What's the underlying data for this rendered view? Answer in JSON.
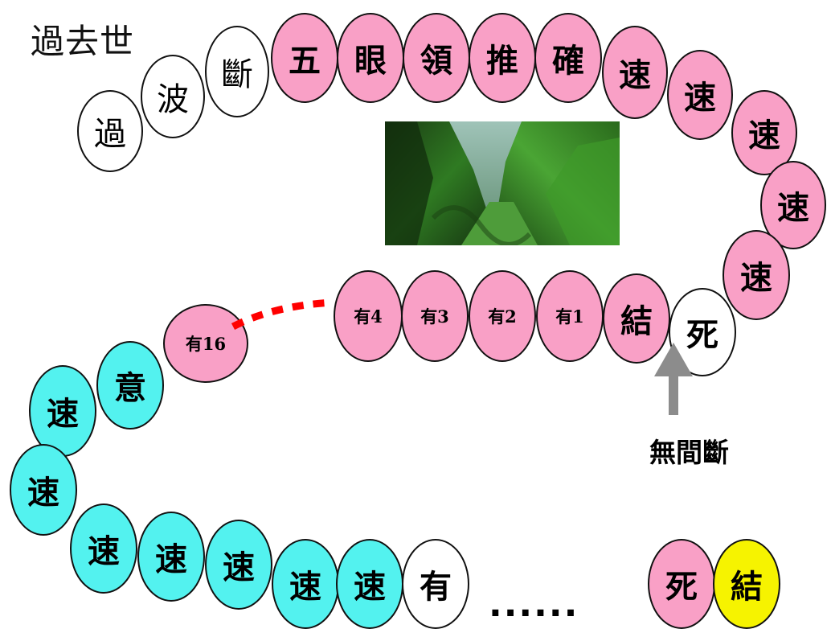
{
  "title": "過去世",
  "arrow_label": "無間斷",
  "ellipsis": "......",
  "colors": {
    "pink": "#f9a0c6",
    "cyan": "#53f2ef",
    "yellow": "#f6f300",
    "white": "#ffffff",
    "red_dots": "#ff0000",
    "arrow": "#8c8c8c"
  },
  "image": {
    "subject": "green mountain valley photograph"
  },
  "top_row": [
    {
      "label": "過",
      "color": "white"
    },
    {
      "label": "波",
      "color": "white"
    },
    {
      "label": "斷",
      "color": "white"
    },
    {
      "label": "五",
      "color": "pink"
    },
    {
      "label": "眼",
      "color": "pink"
    },
    {
      "label": "領",
      "color": "pink"
    },
    {
      "label": "推",
      "color": "pink"
    },
    {
      "label": "確",
      "color": "pink"
    },
    {
      "label": "速",
      "color": "pink"
    },
    {
      "label": "速",
      "color": "pink"
    },
    {
      "label": "速",
      "color": "pink"
    },
    {
      "label": "速",
      "color": "pink"
    },
    {
      "label": "速",
      "color": "pink"
    }
  ],
  "middle_row": [
    {
      "label": "死",
      "color": "white"
    },
    {
      "label": "結",
      "color": "pink"
    },
    {
      "label": "有1",
      "color": "pink"
    },
    {
      "label": "有2",
      "color": "pink"
    },
    {
      "label": "有3",
      "color": "pink"
    },
    {
      "label": "有4",
      "color": "pink"
    },
    {
      "label": "有16",
      "color": "pink"
    }
  ],
  "bottom_row": [
    {
      "label": "意",
      "color": "cyan"
    },
    {
      "label": "速",
      "color": "cyan"
    },
    {
      "label": "速",
      "color": "cyan"
    },
    {
      "label": "速",
      "color": "cyan"
    },
    {
      "label": "速",
      "color": "cyan"
    },
    {
      "label": "速",
      "color": "cyan"
    },
    {
      "label": "速",
      "color": "cyan"
    },
    {
      "label": "速",
      "color": "cyan"
    },
    {
      "label": "有",
      "color": "white"
    },
    {
      "label": "死",
      "color": "pink"
    },
    {
      "label": "結",
      "color": "yellow"
    }
  ]
}
